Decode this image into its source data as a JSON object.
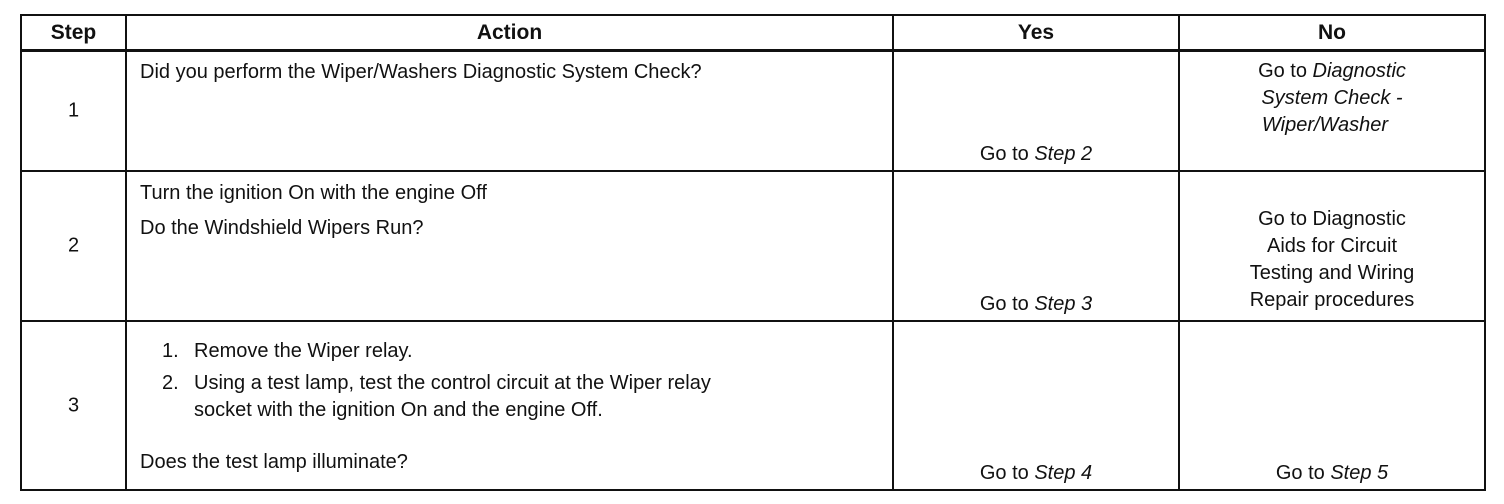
{
  "table": {
    "headers": {
      "step": "Step",
      "action": "Action",
      "yes": "Yes",
      "no": "No"
    },
    "rows": [
      {
        "step": "1",
        "action_lines": [
          "Did you perform the Wiper/Washers Diagnostic System Check?"
        ],
        "yes_prefix": "Go to ",
        "yes_link": "Step 2",
        "no_lines": [
          "Go to Diagnostic",
          "System Check -",
          "Wiper/Washer"
        ]
      },
      {
        "step": "2",
        "action_lines": [
          "Turn the ignition On with the engine Off",
          "Do the Windshield Wipers Run?"
        ],
        "yes_prefix": "Go to ",
        "yes_link": "Step 3",
        "no_lines": [
          "Go to Diagnostic",
          "Aids for Circuit",
          "Testing and Wiring",
          "Repair procedures"
        ]
      },
      {
        "step": "3",
        "action_items": [
          {
            "num": "1.",
            "lines": [
              "Remove the Wiper relay."
            ]
          },
          {
            "num": "2.",
            "lines": [
              "Using a test lamp, test the control circuit at the Wiper relay",
              "socket with the ignition On and the engine Off."
            ]
          }
        ],
        "action_question": "Does the test lamp illuminate?",
        "yes_prefix": "Go to ",
        "yes_link": "Step 4",
        "no_prefix": "Go to ",
        "no_link": "Step 5"
      }
    ]
  }
}
